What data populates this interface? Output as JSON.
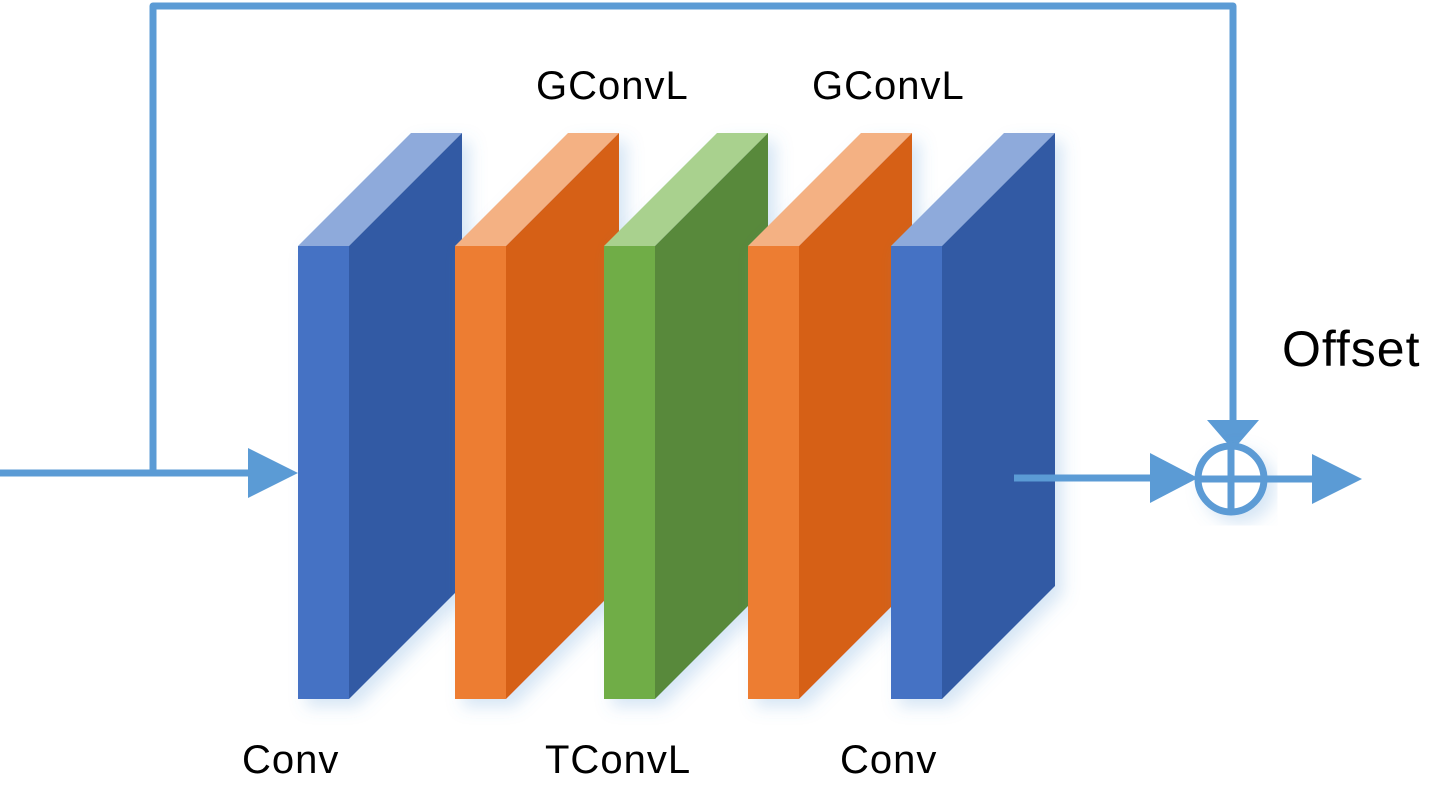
{
  "diagram": {
    "labels": {
      "conv_first": "Conv",
      "gconvl_first": "GConvL",
      "tconvl": "TConvL",
      "gconvl_second": "GConvL",
      "conv_last": "Conv",
      "offset": "Offset"
    },
    "colors": {
      "arrow": "#5b9bd5",
      "conv_front": "#4472c4",
      "conv_side": "#335aa4",
      "conv_top": "#8eaadb",
      "gconvl_front": "#ed7d31",
      "gconvl_side": "#d66015",
      "gconvl_top": "#f4b183",
      "tconvl_front": "#70ad47",
      "tconvl_side": "#58893a",
      "tconvl_top": "#a9d18e"
    },
    "operator": "sum"
  }
}
